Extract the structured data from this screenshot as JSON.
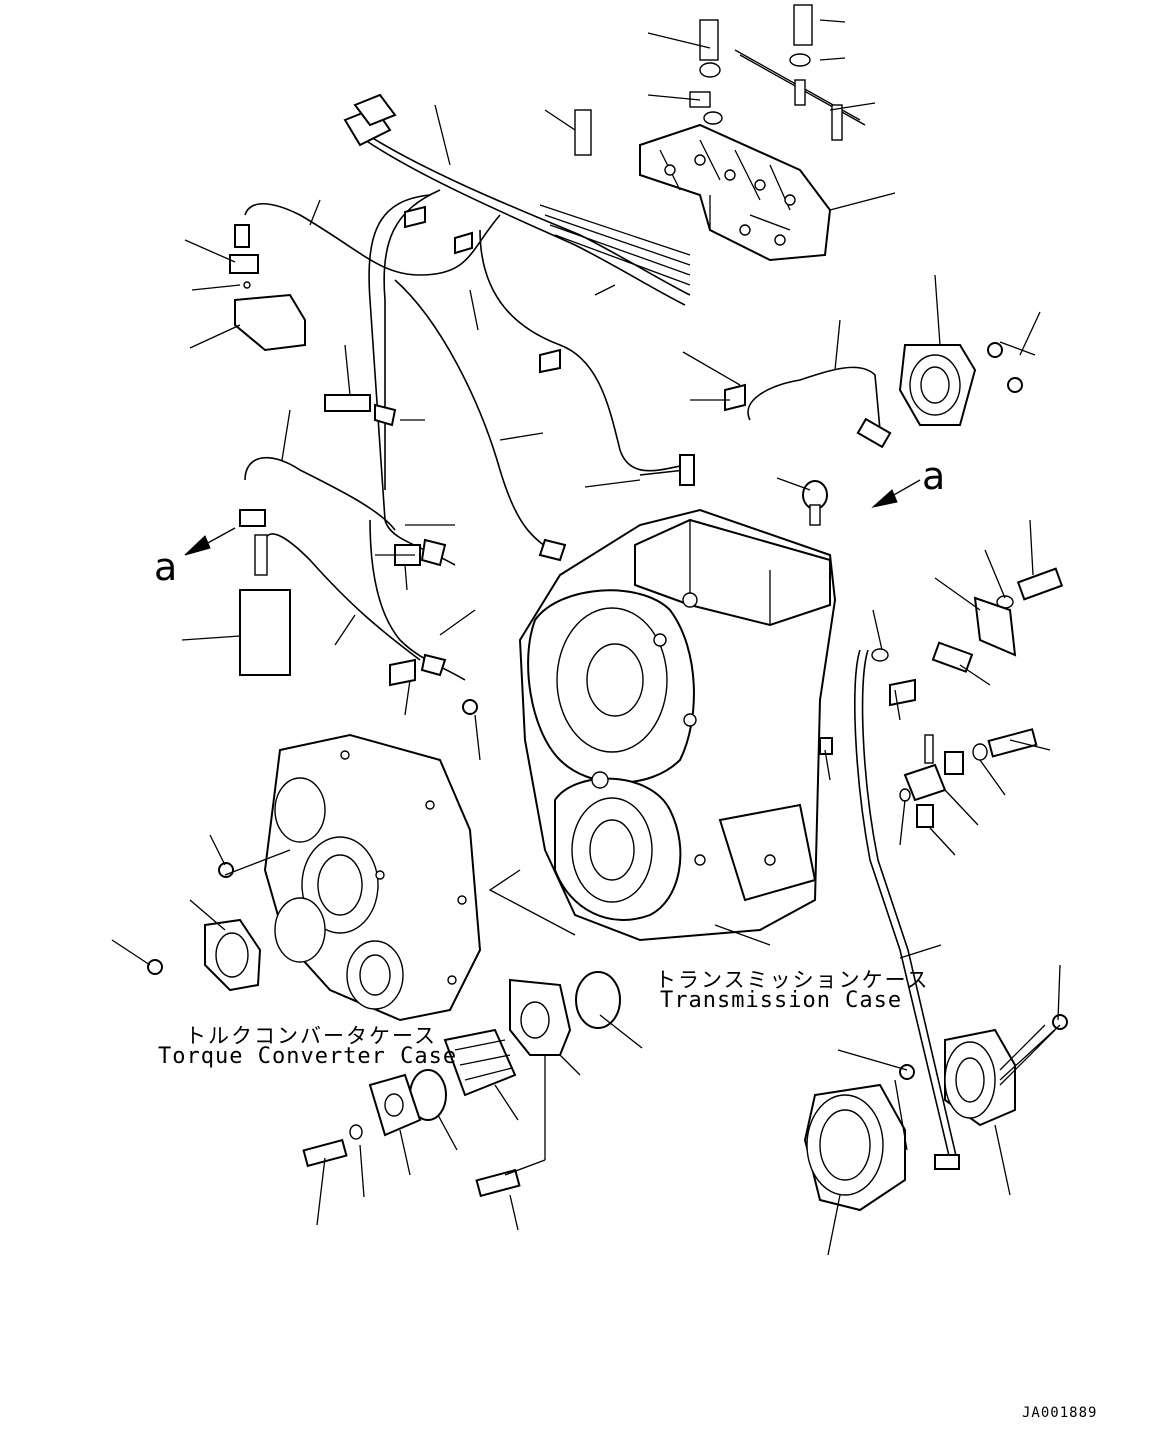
{
  "callouts": {
    "left": "a",
    "right": "a"
  },
  "cases": {
    "torque_converter": {
      "jp": "トルクコンバータケース",
      "en": "Torque Converter Case"
    },
    "transmission": {
      "jp": "トランスミッションケース",
      "en": "Transmission Case"
    }
  },
  "drawing_code": "JA001889"
}
